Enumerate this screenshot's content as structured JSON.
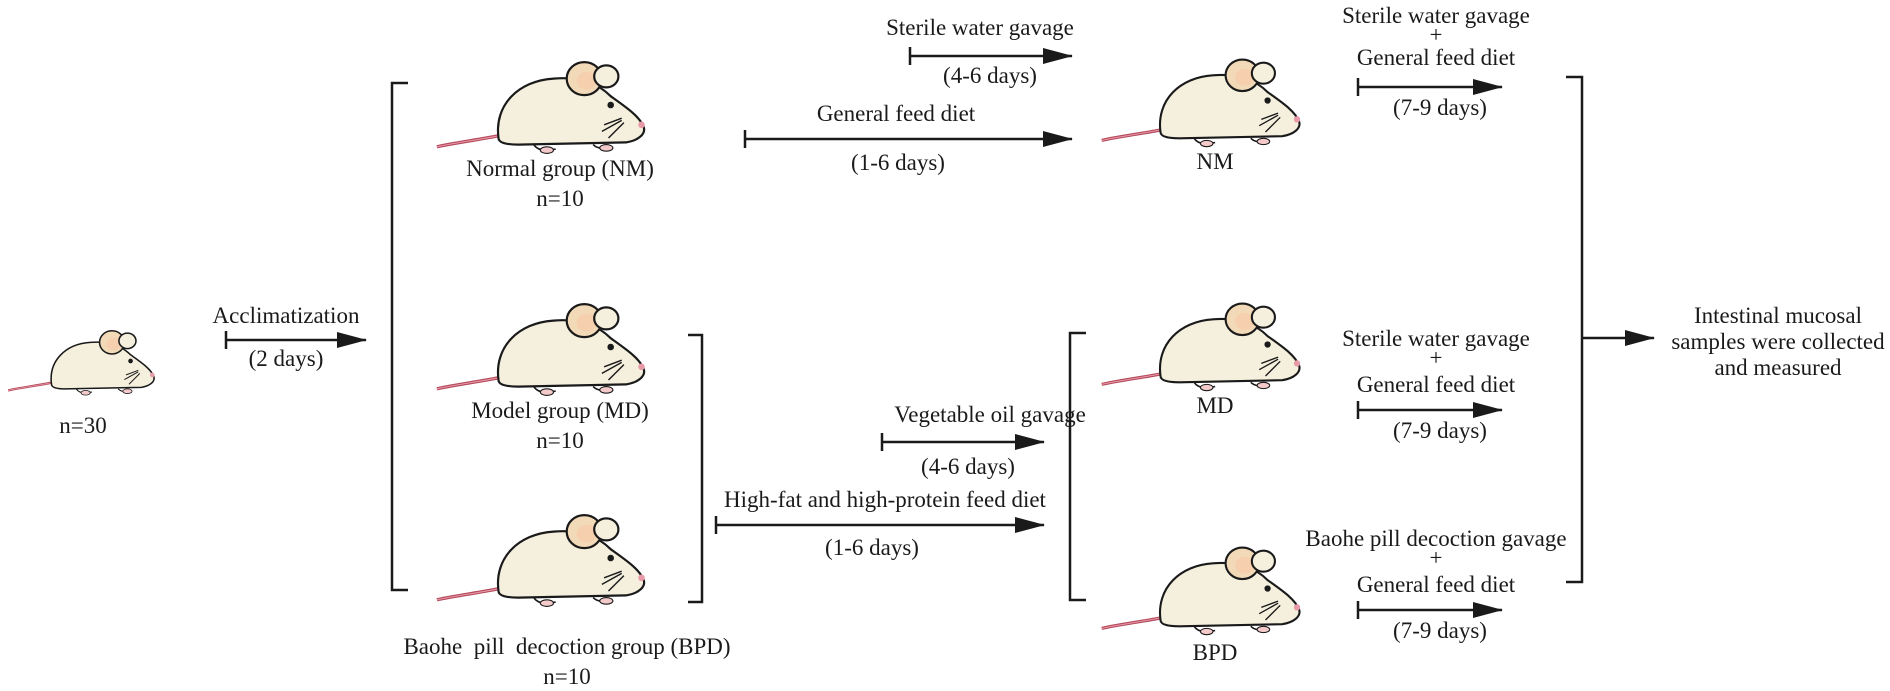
{
  "start": {
    "count": "n=30"
  },
  "acclimatization": {
    "label": "Acclimatization",
    "duration": "(2 days)"
  },
  "groups": {
    "normal": {
      "name": "Normal group (NM)",
      "n": "n=10"
    },
    "model": {
      "name": "Model group (MD)",
      "n": "n=10"
    },
    "bpd": {
      "name": "Baohe  pill  decoction group (BPD)",
      "n": "n=10"
    }
  },
  "phase1": {
    "normal_gavage": {
      "label": "Sterile water gavage",
      "duration": "(4-6 days)"
    },
    "normal_diet": {
      "label": "General feed diet",
      "duration": "(1-6 days)"
    },
    "model_gavage": {
      "label": "Vegetable oil gavage",
      "duration": "(4-6 days)"
    },
    "model_diet": {
      "label": "High-fat and high-protein feed diet",
      "duration": "(1-6 days)"
    }
  },
  "outcome_groups": {
    "nm": "NM",
    "md": "MD",
    "bpd": "BPD"
  },
  "phase2": {
    "nm": {
      "line1": "Sterile water gavage",
      "plus": "+",
      "line2": "General feed diet",
      "duration": "(7-9 days)"
    },
    "md": {
      "line1": "Sterile water gavage",
      "plus": "+",
      "line2": "General feed diet",
      "duration": "(7-9 days)"
    },
    "bpd": {
      "line1": "Baohe pill decoction gavage",
      "plus": "+",
      "line2": "General feed diet",
      "duration": "(7-9 days)"
    }
  },
  "final": {
    "line1": "Intestinal mucosal",
    "line2": "samples were collected",
    "line3": "and measured"
  },
  "colors": {
    "body": "#f5f0de",
    "ear": "#f2d9b8",
    "tail": "#b3475a",
    "line": "#1a1a1a"
  }
}
